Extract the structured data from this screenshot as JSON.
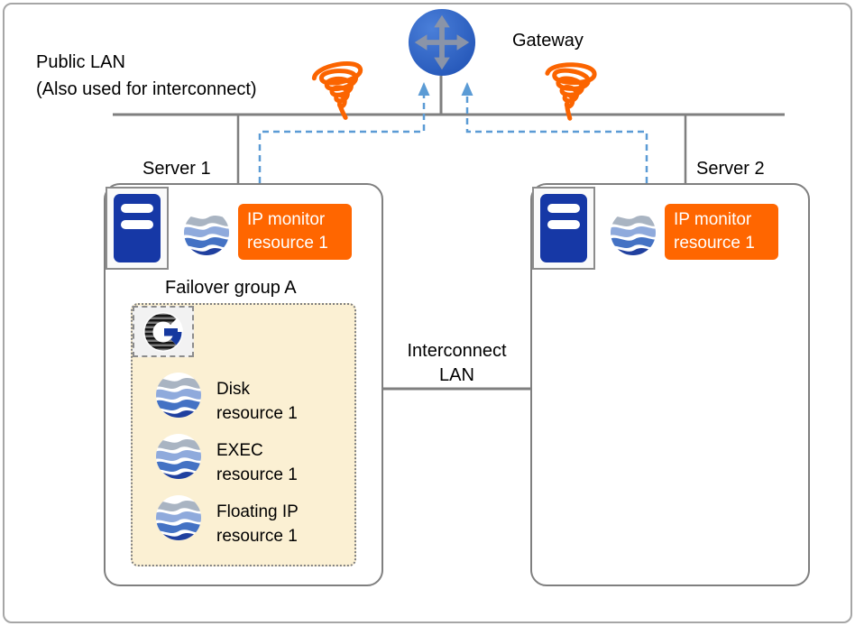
{
  "colors": {
    "orange": "#FF6600",
    "navy": "#1638A6",
    "line_gray": "#7F7F7F",
    "dashed_blue": "#5B9BD5",
    "group_background": "#FBF0D3"
  },
  "icons": {
    "gateway": "router-gateway-icon",
    "server": "server-tower-icon",
    "resource": "wave-sphere-icon",
    "failover_group": "group-g-icon",
    "network_fault": "tornado-coil-icon"
  },
  "labels": {
    "gateway": "Gateway",
    "public_lan_1": "Public LAN",
    "public_lan_2": "(Also used for interconnect)",
    "server1": "Server 1",
    "server2": "Server 2",
    "interconnect_1": "Interconnect",
    "interconnect_2": "LAN",
    "failover_group": "Failover group A"
  },
  "server1": {
    "ip_monitor": {
      "line1": "IP monitor",
      "line2": "resource 1"
    },
    "resources": [
      {
        "line1": "Disk",
        "line2": "resource 1"
      },
      {
        "line1": "EXEC",
        "line2": "resource 1"
      },
      {
        "line1": "Floating IP",
        "line2": "resource 1"
      }
    ]
  },
  "server2": {
    "ip_monitor": {
      "line1": "IP monitor",
      "line2": "resource 1"
    }
  }
}
